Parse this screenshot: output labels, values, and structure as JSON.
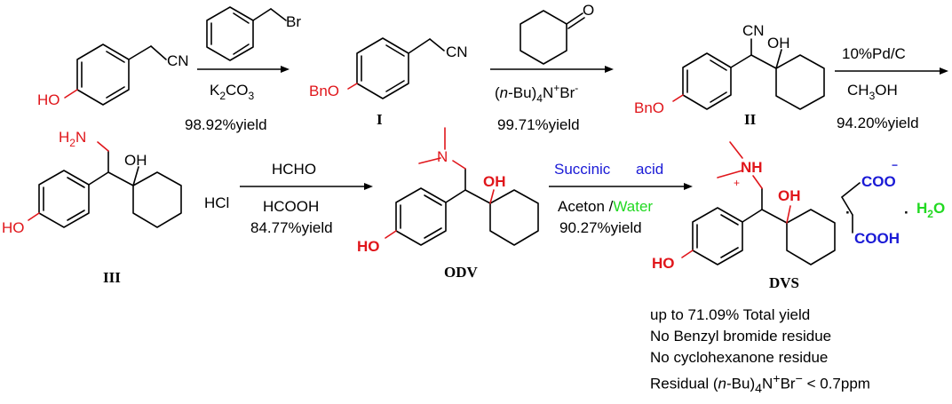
{
  "reagents": {
    "step1_bottom": "K",
    "step1_bottom_sub": "2",
    "step1_bottom_rest": "CO",
    "step1_bottom_sub2": "3",
    "step1_yield": "98.92%yield",
    "step1_br": "Br",
    "step2_open": "(",
    "step2_n": "n",
    "step2_rest": "-Bu)",
    "step2_sub4": "4",
    "step2_N": "N",
    "step2_plus": "+",
    "step2_Br": "Br",
    "step2_minus": "-",
    "step2_yield": "99.71%yield",
    "step3_top": "10%Pd/C",
    "step3_bottom": "CH",
    "step3_bottom_sub": "3",
    "step3_bottom_rest": "OH",
    "step3_yield": "94.20%yield",
    "step4_top": "HCHO",
    "step4_bottom": "HCOOH",
    "step4_yield": "84.77%yield",
    "step5_top_a": "Succinic",
    "step5_top_b": "acid",
    "step5_mid_a": "Aceton /",
    "step5_mid_b": "Water",
    "step5_yield": "90.27%yield"
  },
  "compounds": {
    "sm_ho": "HO",
    "sm_cn": "CN",
    "I_bno": "BnO",
    "I_cn": "CN",
    "I_label": "I",
    "ketone_o": "O",
    "II_cn": "CN",
    "II_oh": "OH",
    "II_bno": "BnO",
    "II_label": "II",
    "III_h2n": "H",
    "III_h2n_sub": "2",
    "III_h2n_N": "N",
    "III_oh": "OH",
    "III_ho": "HO",
    "III_hcl": "HCl",
    "III_label": "III",
    "ODV_n": "N",
    "ODV_oh": "OH",
    "ODV_ho": "HO",
    "ODV_label": "ODV",
    "DVS_nh": "NH",
    "DVS_plus": "+",
    "DVS_oh": "OH",
    "DVS_ho": "HO",
    "DVS_dot1": "·",
    "DVS_dot2": "·",
    "DVS_coo": "COO",
    "DVS_coo_minus": "−",
    "DVS_cooh": "COOH",
    "DVS_h2o": "H",
    "DVS_h2o_sub": "2",
    "DVS_h2o_o": "O",
    "DVS_label": "DVS"
  },
  "notes": {
    "line1": "up to 71.09% Total yield",
    "line2": "No Benzyl bromide residue",
    "line3": "No cyclohexanone residue",
    "line4_a": "Residual (",
    "line4_n": "n",
    "line4_b": "-Bu)",
    "line4_sub": "4",
    "line4_c": "N",
    "line4_sup1": "+",
    "line4_d": "Br",
    "line4_sup2": "−",
    "line4_e": " < 0.7ppm"
  },
  "colors": {
    "red": "#e0161b",
    "blue": "#1a1ad6",
    "green": "#22d922",
    "black": "#000000"
  }
}
